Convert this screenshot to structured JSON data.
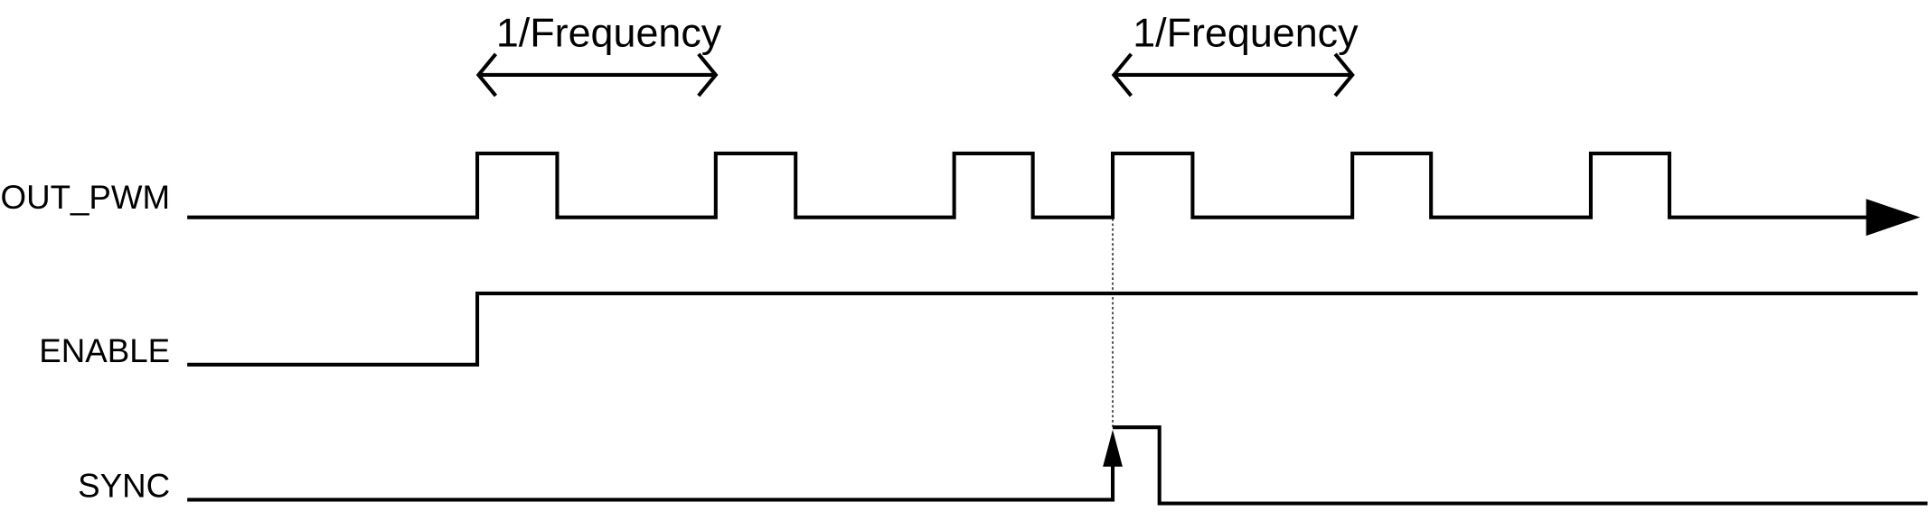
{
  "period_labels": [
    "1/Frequency",
    "1/Frequency"
  ],
  "signals": {
    "out_pwm": {
      "label": "OUT_PWM",
      "rising_edges": [
        388,
        582,
        776,
        905,
        1100,
        1294
      ],
      "falling_edges": [
        453,
        647,
        840,
        970,
        1164,
        1358
      ]
    },
    "enable": {
      "label": "ENABLE",
      "rising_edge": 388
    },
    "sync": {
      "label": "SYNC",
      "rising_edge": 905,
      "falling_edge": 943
    }
  },
  "colors": {
    "line": "#000000",
    "background": "#ffffff"
  }
}
